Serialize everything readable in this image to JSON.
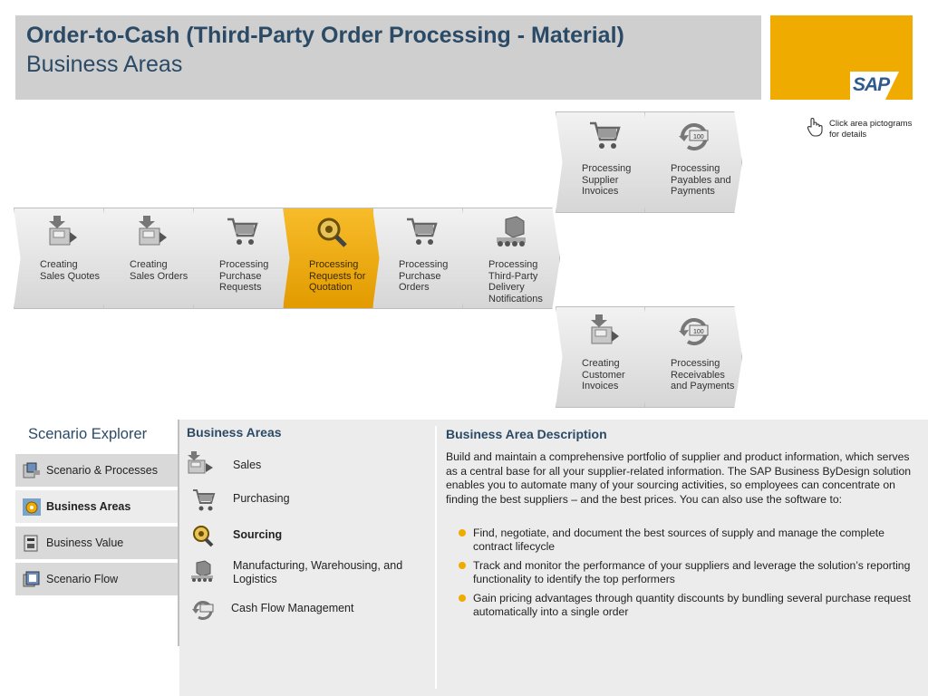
{
  "header": {
    "title": "Order-to-Cash (Third-Party Order Processing - Material)",
    "subtitle": "Business Areas"
  },
  "logo": {
    "text": "SAP",
    "mark": "®"
  },
  "hint": {
    "text": "Click area pictograms for details",
    "icon": "hand-pointer-icon"
  },
  "process_steps": [
    {
      "id": "creating-sales-quotes",
      "label": "Creating Sales Quotes",
      "icon": "document-box-icon",
      "active": false
    },
    {
      "id": "creating-sales-orders",
      "label": "Creating Sales Orders",
      "icon": "document-box-icon",
      "active": false
    },
    {
      "id": "processing-purchase-requests",
      "label": "Processing Purchase Requests",
      "icon": "shopping-cart-icon",
      "active": false
    },
    {
      "id": "processing-requests-for-quotation",
      "label": "Processing Requests for Quotation",
      "icon": "magnifier-gear-icon",
      "active": true
    },
    {
      "id": "processing-purchase-orders",
      "label": "Processing Purchase Orders",
      "icon": "shopping-cart-icon",
      "active": false
    },
    {
      "id": "processing-third-party-delivery-notifications",
      "label": "Processing Third-Party Delivery Notifications",
      "icon": "conveyor-box-icon",
      "active": false
    },
    {
      "id": "processing-supplier-invoices",
      "label": "Processing Supplier Invoices",
      "icon": "shopping-cart-icon",
      "active": false
    },
    {
      "id": "processing-payables-and-payments",
      "label": "Processing Payables and Payments",
      "icon": "money-cycle-icon",
      "active": false
    },
    {
      "id": "creating-customer-invoices",
      "label": "Creating Customer Invoices",
      "icon": "document-box-icon",
      "active": false
    },
    {
      "id": "processing-receivables-and-payments",
      "label": "Processing Receivables and Payments",
      "icon": "money-cycle-icon",
      "active": false
    }
  ],
  "scenario_explorer": {
    "title": "Scenario Explorer",
    "items": [
      {
        "label": "Scenario & Processes",
        "icon": "scenario-processes-icon",
        "active": false
      },
      {
        "label": "Business Areas",
        "icon": "business-areas-icon",
        "active": true
      },
      {
        "label": "Business Value",
        "icon": "business-value-icon",
        "active": false
      },
      {
        "label": "Scenario Flow",
        "icon": "scenario-flow-icon",
        "active": false
      }
    ]
  },
  "business_areas": {
    "title": "Business Areas",
    "items": [
      {
        "label": "Sales",
        "icon": "document-box-icon",
        "active": false
      },
      {
        "label": "Purchasing",
        "icon": "shopping-cart-icon",
        "active": false
      },
      {
        "label": "Sourcing",
        "icon": "magnifier-gear-icon",
        "active": true
      },
      {
        "label": "Manufacturing, Warehousing, and Logistics",
        "icon": "conveyor-box-icon",
        "active": false
      },
      {
        "label": "Cash Flow Management",
        "icon": "money-cycle-icon",
        "active": false
      }
    ]
  },
  "description": {
    "title": "Business Area Description",
    "text": "Build and maintain a comprehensive portfolio of supplier and product information, which serves as a central base for all your supplier-related information. The SAP Business ByDesign solution enables you to automate many of your sourcing activities, so employees can concentrate on finding the best suppliers – and the best prices. You can also use the software to:",
    "bullets": [
      "Find, negotiate, and document the best sources of supply and manage the complete contract lifecycle",
      "Track and monitor the performance of your suppliers and leverage the solution’s reporting functionality to identify the top performers",
      "Gain pricing advantages through quantity discounts by bundling several purchase request automatically into a single order"
    ]
  },
  "colors": {
    "accent": "#f0ab00",
    "title": "#2b4a66",
    "header_bg": "#cfcfcf",
    "sap_blue": "#2f5a8c"
  }
}
